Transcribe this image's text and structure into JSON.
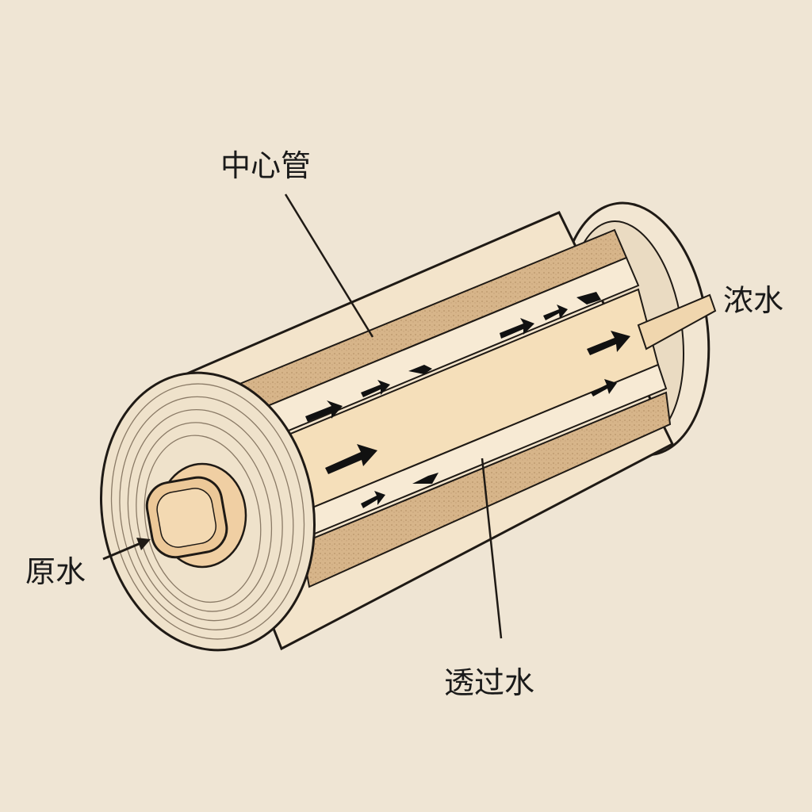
{
  "labels": {
    "center_tube": "中心管",
    "concentrate": "浓水",
    "feed_water": "原水",
    "permeate": "透过水"
  },
  "colors": {
    "background": "#efe5d4",
    "shell": "#f3e6cf",
    "membrane_sand": "#d9b88e",
    "channel": "#f6e3c4",
    "outline": "#1f1a15"
  }
}
